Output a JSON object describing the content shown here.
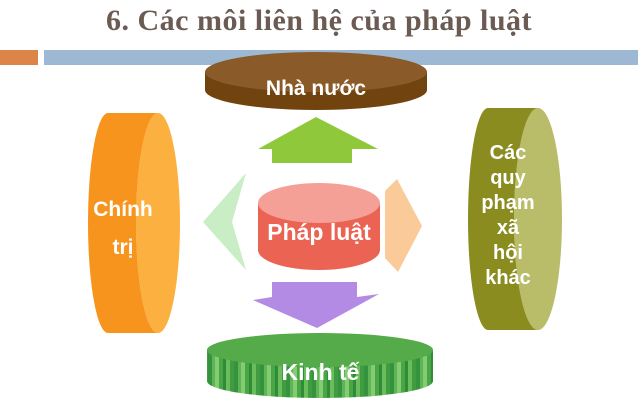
{
  "slide": {
    "title": "6. Các môi liên hệ của pháp luật",
    "title_color": "#6B5B53"
  },
  "divider": {
    "accent_color": "#DD8448",
    "bar_color": "#9DB8D2"
  },
  "diagram": {
    "top": {
      "label": "Nhà nước",
      "body_color": "#70430F",
      "cap_color": "#8A5A28"
    },
    "left": {
      "label": "Chính trị",
      "line1": "Chính",
      "line2": "trị",
      "body_color": "#F7941D",
      "cap_color": "#FBB040"
    },
    "center": {
      "label": "Pháp luật",
      "body_color": "#EB6352",
      "cap_color": "#F5A096"
    },
    "right": {
      "label": "Các quy phạm xã hội khác",
      "lines": [
        "Các",
        "quy",
        "phạm",
        "xã",
        "hội",
        "khác"
      ],
      "body_color": "#8A8C20",
      "cap_color": "#B9BD6A"
    },
    "bottom": {
      "label": "Kinh tế",
      "cap_color": "#55AB49",
      "stripes": [
        "#35923E",
        "#5FB554",
        "#84CC74",
        "#4AA544",
        "#2E8C39",
        "#6BBD5C",
        "#3F9C40"
      ]
    },
    "arrows": {
      "up_color": "#90C83C",
      "down_color": "#B48BE4",
      "left_color": "#C9EDC4",
      "right_color": "#FACB98"
    }
  }
}
